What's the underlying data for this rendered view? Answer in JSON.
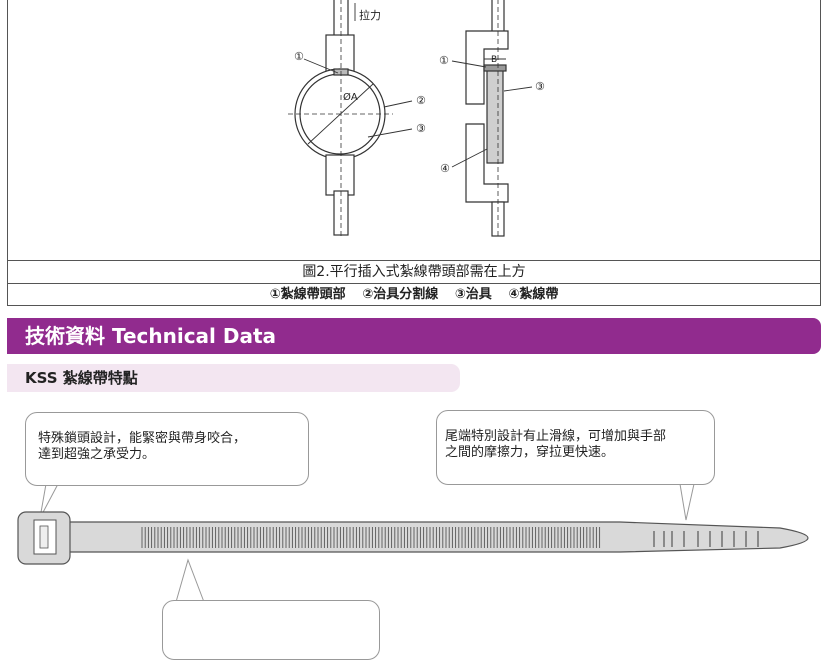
{
  "figure": {
    "pull_label": "拉力",
    "diameter_label": "ØA",
    "width_label": "B",
    "markers": [
      "①",
      "②",
      "③",
      "①",
      "③",
      "④"
    ],
    "caption": "圖2.平行插入式紮線帶頭部需在上方",
    "legend": [
      "①紮線帶頭部",
      "②治具分割線",
      "③治具",
      "④紮線帶"
    ]
  },
  "section": {
    "title": "技術資料 Technical Data",
    "subtitle": "KSS 紮線帶特點"
  },
  "callouts": {
    "head": [
      "特殊鎖頭設計，能緊密與帶身咬合，",
      "達到超強之承受力。"
    ],
    "tail": [
      "尾端特別設計有止滑線，可增加與手部",
      "之間的摩擦力，穿拉更快速。"
    ]
  },
  "colors": {
    "accent": "#912b8e",
    "accent_light": "#f3e6f1",
    "tie_fill": "#d9d9d9",
    "tie_stroke": "#555555"
  }
}
